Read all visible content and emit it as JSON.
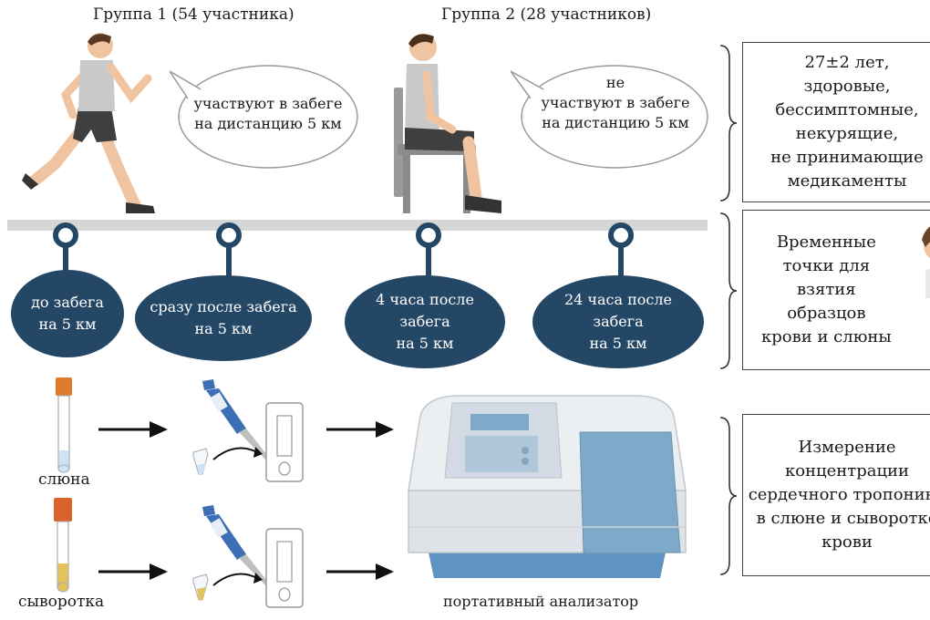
{
  "groups": {
    "group1": {
      "title": "Группа 1 (54 участника)",
      "speech": "участвуют в забеге\nна дистанцию 5 км"
    },
    "group2": {
      "title": "Группа 2 (28 участников)",
      "speech": "не\nучаствуют в забеге\nна дистанцию 5 км"
    }
  },
  "timepoints": [
    {
      "label": "до забега\nна 5 км"
    },
    {
      "label": "сразу после забега\nна 5 км"
    },
    {
      "label": "4 часа после\nзабега\nна 5 км"
    },
    {
      "label": "24 часа после\nзабега\nна 5 км"
    }
  ],
  "samples": {
    "saliva": "слюна",
    "serum": "сыворотка",
    "analyzer": "портативный анализатор"
  },
  "side_boxes": {
    "participants": "27±2 лет,\nздоровые,\nбессимптомные,\nнекурящие,\nне принимающие\nмедикаменты",
    "timepoints": "Временные\nточки для\nвзятия\nобразцов\nкрови и слюны",
    "measurement": "Измерение\nконцентрации\nсердечного тропонина\nв слюне и сыворотке\nкрови"
  },
  "colors": {
    "timepoint_fill": "#244766",
    "timeline": "#d6d6d6",
    "saliva_cap": "#e07a2e",
    "serum_cap": "#d9632a",
    "serum_fill": "#e3c35a",
    "saliva_fill": "#cfe3f5",
    "analyzer_body": "#e9ecef",
    "analyzer_screen": "#7fa9c8",
    "analyzer_base": "#5f93c2",
    "pipette": "#3d6fb6"
  },
  "icons": [
    "runner-icon",
    "seated-person-icon",
    "chair-icon",
    "tube-icon",
    "pipette-icon",
    "test-cartridge-icon",
    "analyzer-icon",
    "arrow-icon"
  ]
}
